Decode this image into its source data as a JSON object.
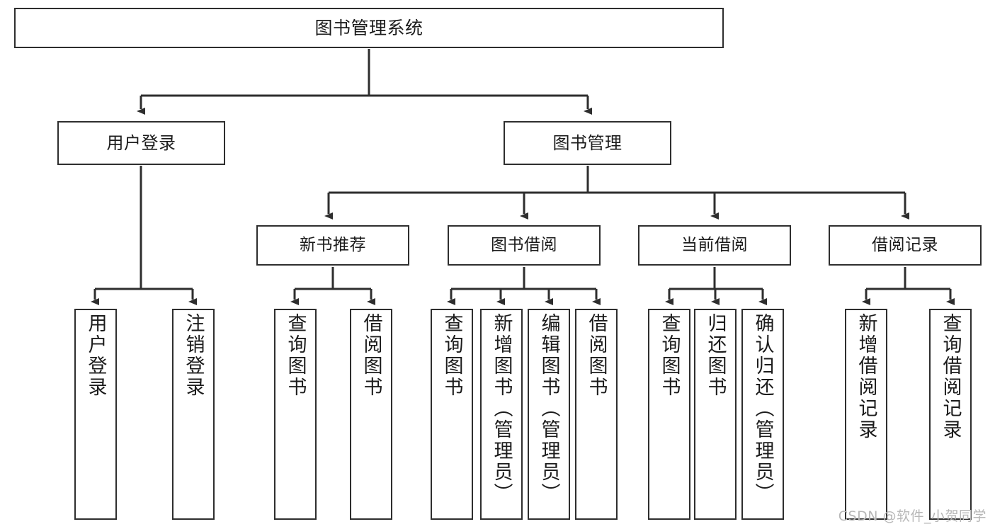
{
  "diagram": {
    "title": "图书管理系统",
    "type": "tree-hierarchy-diagram",
    "stroke_color": "#2e2e2e",
    "fill_color": "#ffffff",
    "text_color": "#1b1b1b",
    "root": {
      "label": "图书管理系统"
    },
    "level2": [
      {
        "id": "user-login",
        "label": "用户登录"
      },
      {
        "id": "book-management",
        "label": "图书管理"
      }
    ],
    "level3": [
      {
        "id": "new-book-recommend",
        "label": "新书推荐"
      },
      {
        "id": "book-borrow",
        "label": "图书借阅"
      },
      {
        "id": "current-borrow",
        "label": "当前借阅"
      },
      {
        "id": "borrow-record",
        "label": "借阅记录"
      }
    ],
    "leaves": {
      "user_login": [
        {
          "id": "leaf-user-login",
          "label": "用户登录"
        },
        {
          "id": "leaf-logout-login",
          "label": "注销登录"
        }
      ],
      "new_book_recommend": [
        {
          "id": "leaf-query-book-1",
          "label": "查询图书"
        },
        {
          "id": "leaf-borrow-book-1",
          "label": "借阅图书"
        }
      ],
      "book_borrow": [
        {
          "id": "leaf-query-book-2",
          "label": "查询图书"
        },
        {
          "id": "leaf-add-book",
          "label": "新增图书（管理员）"
        },
        {
          "id": "leaf-edit-book",
          "label": "编辑图书（管理员）"
        },
        {
          "id": "leaf-borrow-book-2",
          "label": "借阅图书"
        }
      ],
      "current_borrow": [
        {
          "id": "leaf-query-book-3",
          "label": "查询图书"
        },
        {
          "id": "leaf-return-book",
          "label": "归还图书"
        },
        {
          "id": "leaf-confirm-return",
          "label": "确认归还（管理员）"
        }
      ],
      "borrow_record": [
        {
          "id": "leaf-add-borrow-record",
          "label": "新增借阅记录"
        },
        {
          "id": "leaf-query-borrow-record",
          "label": "查询借阅记录"
        }
      ]
    }
  },
  "watermark": {
    "text": "CSDN @软件_小贺同学",
    "color": "#b7b7b7"
  }
}
